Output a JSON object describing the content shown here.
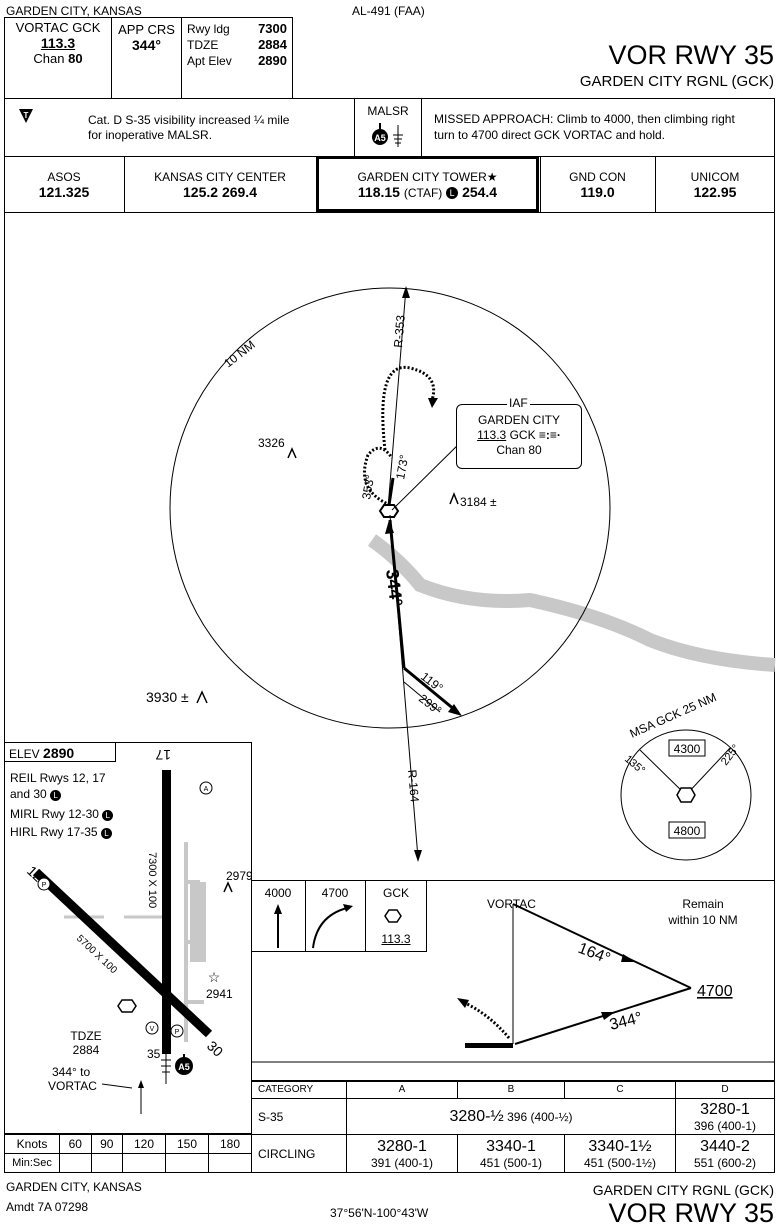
{
  "header": {
    "location": "GARDEN CITY, KANSAS",
    "chart_id": "AL-491 (FAA)",
    "title": "VOR RWY 35",
    "airport": "GARDEN CITY RGNL (GCK)",
    "vortac_label": "VORTAC GCK",
    "vortac_freq": "113.3",
    "vortac_chan_label": "Chan",
    "vortac_chan": "80",
    "app_crs_label": "APP CRS",
    "app_crs": "344°",
    "rwy_ldg_label": "Rwy ldg",
    "rwy_ldg": "7300",
    "tdze_label": "TDZE",
    "tdze": "2884",
    "apt_elev_label": "Apt Elev",
    "apt_elev": "2890"
  },
  "notes": {
    "takeoff_note_line1": "Cat. D S-35 visibility increased ¼ mile",
    "takeoff_note_line2": "for inoperative MALSR.",
    "lighting": "MALSR",
    "lighting_badge": "A5",
    "missed_approach_line1": "MISSED APPROACH:  Climb to 4000, then climbing right",
    "missed_approach_line2": "turn to 4700 direct GCK VORTAC and hold."
  },
  "comms": [
    {
      "name": "ASOS",
      "freq": "121.325"
    },
    {
      "name": "KANSAS CITY CENTER",
      "freq": "125.2  269.4"
    },
    {
      "name": "GARDEN CITY TOWER★",
      "freq": "118.15",
      "ctaf": "(CTAF)",
      "badge": "L",
      "freq2": "254.4"
    },
    {
      "name": "GND CON",
      "freq": "119.0"
    },
    {
      "name": "UNICOM",
      "freq": "122.95"
    }
  ],
  "plan": {
    "ring_label": "10 NM",
    "radial_353": "R-353",
    "radial_164": "R-164",
    "hold_out": "353°",
    "hold_in": "173°",
    "final_course": "344°",
    "ma_out": "119°",
    "ma_back": "299°",
    "obs1": "3326",
    "obs2": "3184 ±",
    "obs3": "3930 ±",
    "iaf_label": "IAF",
    "iaf_name": "GARDEN CITY",
    "iaf_freq": "113.3",
    "iaf_id": "GCK",
    "iaf_morse": "≡:≡·",
    "iaf_chan": "Chan 80",
    "msa_label": "MSA GCK 25 NM",
    "msa_135": "135°",
    "msa_225": "225°",
    "msa_alt1": "4300",
    "msa_alt2": "4800"
  },
  "airport_diagram": {
    "elev_label": "ELEV",
    "elev": "2890",
    "reil": "REIL Rwys 12, 17",
    "reil2": "and 30",
    "mirl": "MIRL Rwy 12-30",
    "hirl": "HIRL Rwy 17-35",
    "badge": "L",
    "rwy17": "17",
    "rwy35": "35",
    "rwy12": "12",
    "rwy30": "30",
    "rwy_dims_1": "7300 X 100",
    "rwy_dims_2": "5700 X 100",
    "obs1": "2979",
    "obs2": "2941",
    "tdze_label": "TDZE",
    "tdze": "2884",
    "vortac_note_1": "344° to",
    "vortac_note_2": "VORTAC",
    "badge_v": "V",
    "badge_p": "P",
    "badge_a": "A",
    "badge_a5": "A5"
  },
  "profile": {
    "ma_alt1": "4000",
    "ma_alt2": "4700",
    "ma_fix": "GCK",
    "ma_freq": "113.3",
    "vortac": "VORTAC",
    "remain_1": "Remain",
    "remain_2": "within 10 NM",
    "out_crs": "164°",
    "in_crs": "344°",
    "alt": "4700"
  },
  "minimums": {
    "header": [
      "CATEGORY",
      "A",
      "B",
      "C",
      "D"
    ],
    "s35_label": "S-35",
    "s35_abc_main": "3280-½",
    "s35_abc_sub": " 396 (400-½)",
    "s35_d_main": "3280-1",
    "s35_d_sub": "396 (400-1)",
    "circ_label": "CIRCLING",
    "circling": [
      {
        "main": "3280-1",
        "sub": "391 (400-1)"
      },
      {
        "main": "3340-1",
        "sub": "451 (500-1)"
      },
      {
        "main": "3340-1½",
        "sub": "451 (500-1½)"
      },
      {
        "main": "3440-2",
        "sub": "551 (600-2)"
      }
    ]
  },
  "timetable": {
    "knots_label": "Knots",
    "knots": [
      "60",
      "90",
      "120",
      "150",
      "180"
    ],
    "minsec_label": "Min:Sec"
  },
  "footer": {
    "location": "GARDEN CITY, KANSAS",
    "amdt": "Amdt 7A  07298",
    "coords": "37°56'N-100°43'W",
    "airport": "GARDEN CITY RGNL (GCK)",
    "title": "VOR RWY 35"
  }
}
